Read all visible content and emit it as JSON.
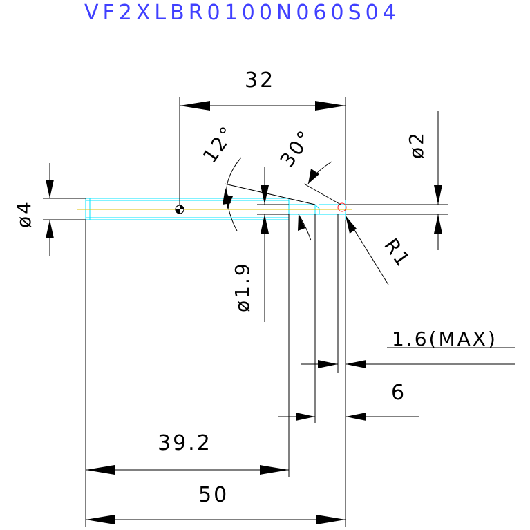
{
  "title": "VF2XLBR0100N060S04",
  "colors": {
    "title": "#4040ff",
    "dimension": "#000000",
    "outline": "#00e5ff",
    "centerline": "#e0c000",
    "radius": "#ff2020"
  },
  "dimensions": {
    "length_32": "32",
    "angle_12": "12°",
    "angle_30": "30°",
    "dia_2": "ø2",
    "dia_4": "ø4",
    "radius_1": "R1",
    "dia_1_9": "ø1.9",
    "max_1_6": "1.6(MAX)",
    "length_6": "6",
    "length_39_2": "39.2",
    "length_50": "50"
  }
}
